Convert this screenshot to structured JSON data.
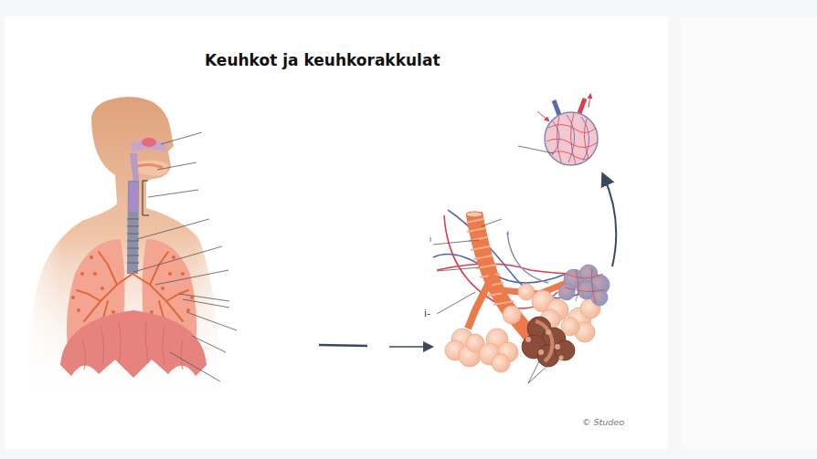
{
  "diagram": {
    "title": "Keuhkot ja keuhkorakkulat",
    "labels": [
      "i-",
      "© Studeo"
    ]
  }
}
